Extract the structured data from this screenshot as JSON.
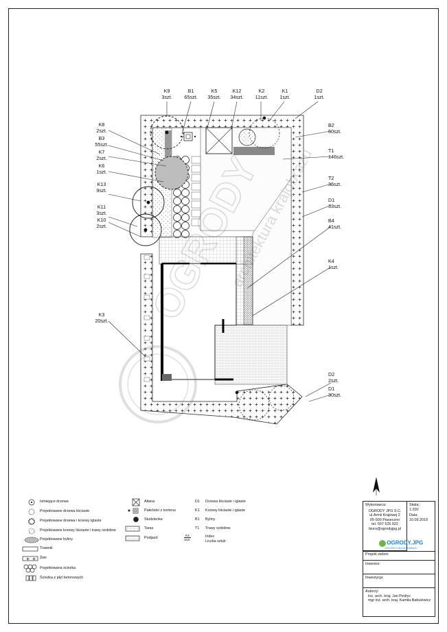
{
  "plant_labels": [
    {
      "id": "K9",
      "name": "K9",
      "qty": "3szt."
    },
    {
      "id": "B1",
      "name": "B1",
      "qty": "65szt."
    },
    {
      "id": "K5",
      "name": "K5",
      "qty": "35szt."
    },
    {
      "id": "K12",
      "name": "K12",
      "qty": "34szt."
    },
    {
      "id": "K2",
      "name": "K2",
      "qty": "11szt."
    },
    {
      "id": "K1",
      "name": "K1",
      "qty": "1szt."
    },
    {
      "id": "D2a",
      "name": "D2",
      "qty": "1szt."
    },
    {
      "id": "K8",
      "name": "K8",
      "qty": "2szt."
    },
    {
      "id": "B3",
      "name": "B3",
      "qty": "55szt."
    },
    {
      "id": "K7",
      "name": "K7",
      "qty": "2szt."
    },
    {
      "id": "K6",
      "name": "K6",
      "qty": "1szt."
    },
    {
      "id": "K13",
      "name": "K13",
      "qty": "9szt."
    },
    {
      "id": "K11",
      "name": "K11",
      "qty": "3szt."
    },
    {
      "id": "K10",
      "name": "K10",
      "qty": "2szt."
    },
    {
      "id": "K3",
      "name": "K3",
      "qty": "20szt."
    },
    {
      "id": "B2",
      "name": "B2",
      "qty": "60szt."
    },
    {
      "id": "T1",
      "name": "T1",
      "qty": "146szt."
    },
    {
      "id": "T2",
      "name": "T2",
      "qty": "36szt."
    },
    {
      "id": "D1a",
      "name": "D1",
      "qty": "33szt."
    },
    {
      "id": "B4",
      "name": "B4",
      "qty": "41szt."
    },
    {
      "id": "K4",
      "name": "K4",
      "qty": "1szt."
    },
    {
      "id": "D2b",
      "name": "D2",
      "qty": "2szt."
    },
    {
      "id": "D1b",
      "name": "D1",
      "qty": "30szt."
    }
  ],
  "legend": {
    "col1": [
      "Istniejące drzewa",
      "Projektowane drzewa liściaste",
      "Projektowane drzewa i krzewy iglaste",
      "Projektowane krzewy liściaste i trawy ozdobne",
      "Projektowane byliny",
      "Trawnik",
      "Żwir",
      "Projektowana ścieżka",
      "Ścieżka z płyt betonowych"
    ],
    "col2": [
      "Altana",
      "Pałeńsko z kortenu",
      "Studzienka",
      "Taras",
      "Podjazd"
    ],
    "col3": [
      {
        "code": "D1",
        "text": "Drzewa liściaste i iglaste"
      },
      {
        "code": "K1",
        "text": "Krzewy liściaste i iglaste"
      },
      {
        "code": "B1",
        "text": "Byliny"
      },
      {
        "code": "T1",
        "text": "Trawy ozdobne"
      }
    ],
    "index_example": {
      "code": "K4",
      "qty": "1szt.",
      "line1": "Index",
      "line2": "Liczba sztuk"
    }
  },
  "title_block": {
    "contractor_label": "Wykonawca:",
    "contractor_lines": [
      "OGRODY JPG S.C.",
      "ul.Armii Krajowej 2",
      "05-500 Piaseczno",
      "tel. 507 526 922",
      "biuro@ogrodyjpg.pl"
    ],
    "scale_label": "Skala:",
    "scale_value": "1:200",
    "date_label": "Data:",
    "date_value": "10.09.2019",
    "logo_text": "OGRODY.JPG",
    "logo_tagline": "ARCHITEKTURA KRAJOBRAZU",
    "project_label": "Projekt zieleni",
    "investor_label": "Inwestor:",
    "investment_label": "Inwestycja:",
    "authors_label": "Autorzy:",
    "authors_lines": [
      "inż. arch. kraj. Jan Pedryc",
      "mgr inż. arch. kraj. Kamila Babulewicz"
    ]
  },
  "watermark_text": "OGRODY JPG architektura krajobrazu"
}
